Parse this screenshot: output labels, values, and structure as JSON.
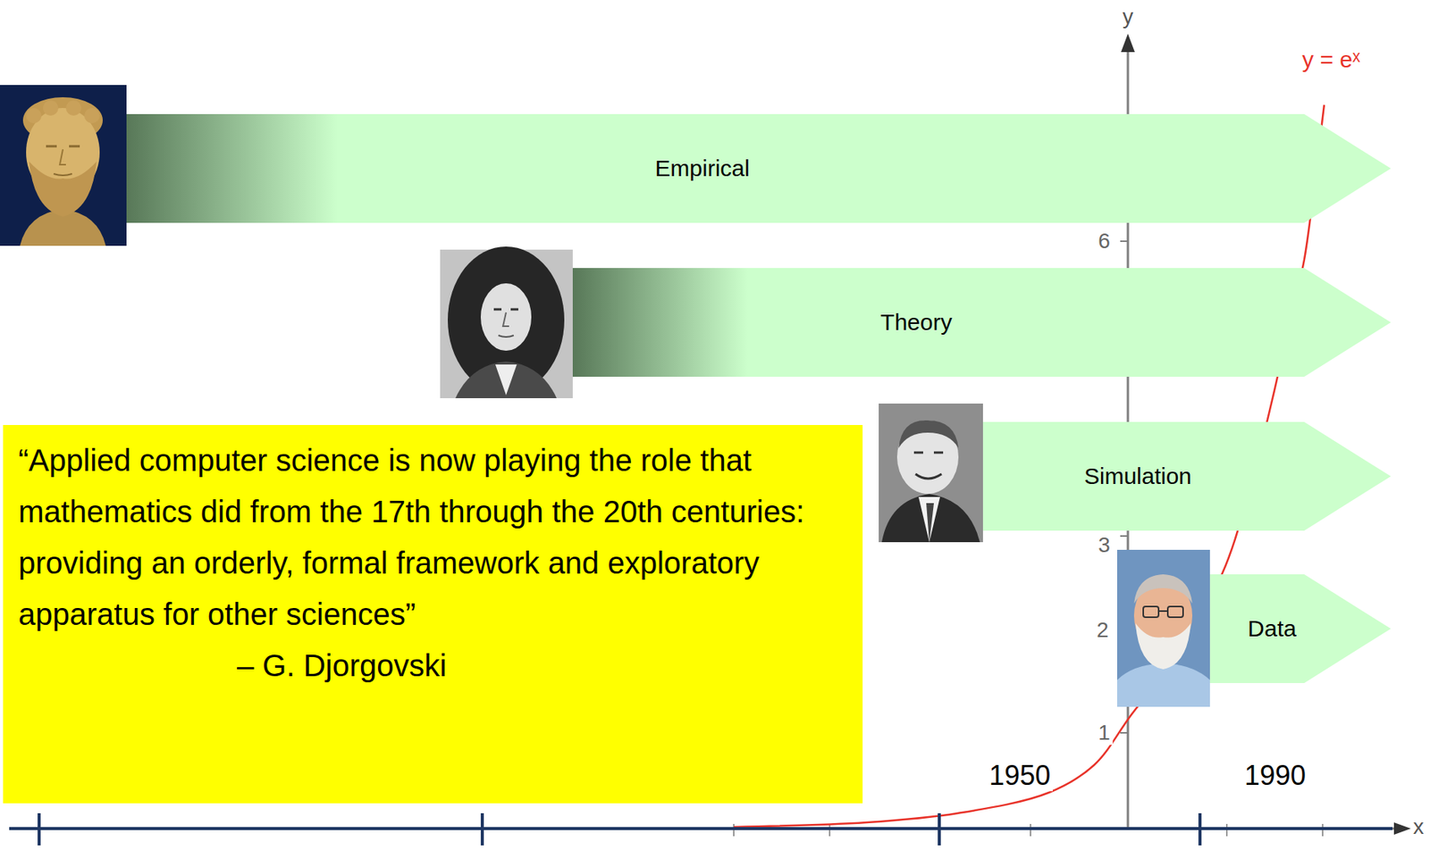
{
  "diagram": {
    "nodes": [
      {
        "text": [
          "Empirical"
        ]
      },
      {
        "text": [
          "Theory"
        ]
      },
      {
        "text": [
          "“Applied computer science is now playing the role that mathematics did from the 17th through the 20th centuries: providing an orderly, formal framework and exploratory apparatus for other sciences”",
          "– G. Djorgovski"
        ]
      },
      {
        "text": [
          "Simulation"
        ]
      },
      {
        "text": [
          "Data"
        ]
      }
    ],
    "labels": [
      "y",
      "y = eˣ",
      "6",
      "3",
      "2",
      "1",
      "1950",
      "1990",
      "x"
    ]
  }
}
